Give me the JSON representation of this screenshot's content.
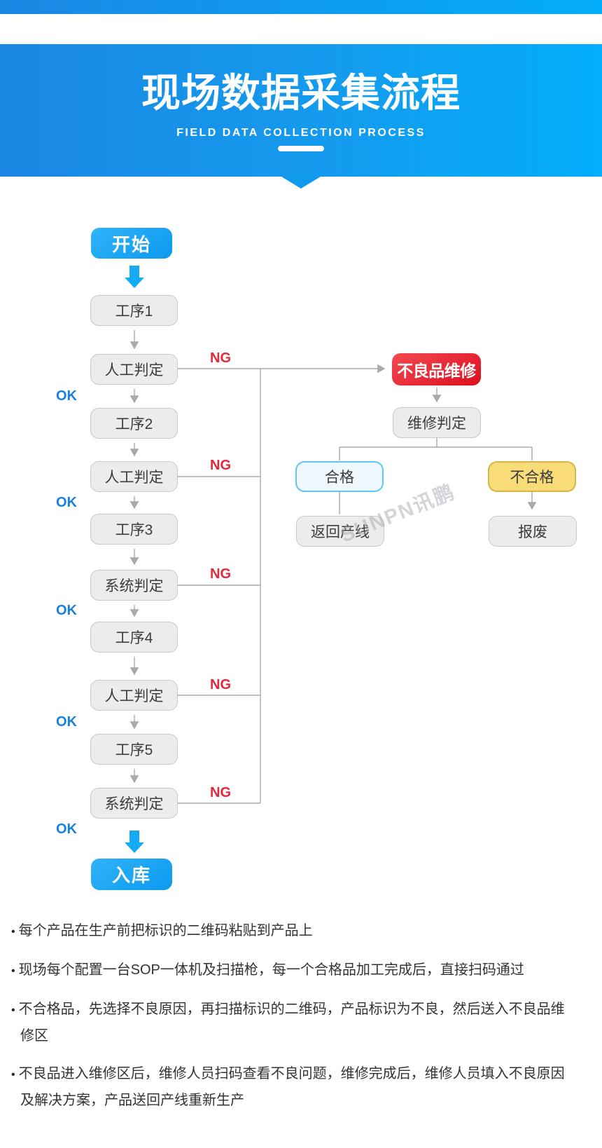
{
  "header": {
    "title": "现场数据采集流程",
    "subtitle": "FIELD DATA COLLECTION PROCESS"
  },
  "flow": {
    "ok_label": "OK",
    "ng_label": "NG",
    "watermark": "SUNPN讯鹏",
    "nodes": {
      "start": "开始",
      "step1": "工序1",
      "manual1": "人工判定",
      "step2": "工序2",
      "manual2": "人工判定",
      "step3": "工序3",
      "system1": "系统判定",
      "step4": "工序4",
      "manual3": "人工判定",
      "step5": "工序5",
      "system2": "系统判定",
      "warehouse": "入库",
      "repair": "不良品维修",
      "repair_judge": "维修判定",
      "qualified": "合格",
      "unqualified": "不合格",
      "return_line": "返回产线",
      "scrap": "报废"
    }
  },
  "notes": [
    "每个产品在生产前把标识的二维码粘贴到产品上",
    "现场每个配置一台SOP一体机及扫描枪，每一个合格品加工完成后，直接扫码通过",
    "不合格品，先选择不良原因，再扫描标识的二维码，产品标识为不良，然后送入不良品维修区",
    "不良品进入维修区后，维修人员扫码查看不良问题，维修完成后，维修人员填入不良原因及解决方案，产品送回产线重新生产"
  ],
  "colors": {
    "banner_left": "#1b87e3",
    "banner_right": "#03aefa",
    "node_blue": "#169ff2",
    "node_red": "#e8192b",
    "node_yellow": "#f8dc78",
    "node_lightblue": "#eef8fe",
    "ng_red": "#e5273a",
    "ok_blue": "#187fdb",
    "line_gray": "#a9a9a9"
  }
}
